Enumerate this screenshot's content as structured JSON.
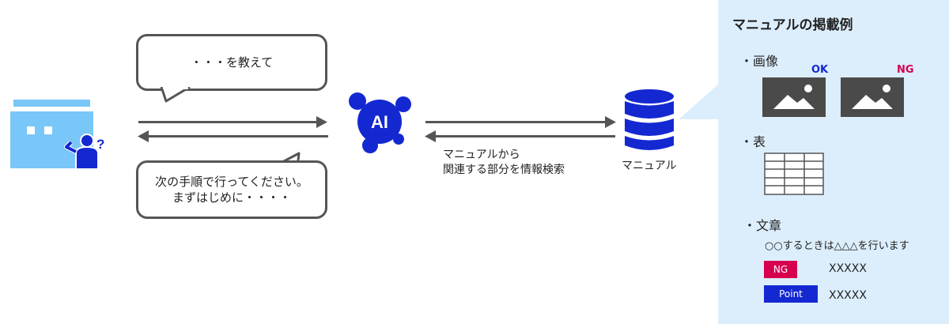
{
  "bubble_top": "・・・を教えて",
  "bubble_bottom": {
    "line1": "次の手順で行ってください。",
    "line2": "まずはじめに・・・・"
  },
  "ai_label": "AI",
  "search_caption": {
    "line1": "マニュアルから",
    "line2": "関連する部分を情報検索"
  },
  "database_label": "マニュアル",
  "panel": {
    "title": "マニュアルの掲載例",
    "image_section": "・画像",
    "ok_label": "OK",
    "ng_label": "NG",
    "table_section": "・表",
    "text_section": "・文章",
    "sample_text": "○○するときは△△△を行います",
    "ng_badge": "NG",
    "point_badge": "Point",
    "ng_value": "XXXXX",
    "point_value": "XXXXX"
  },
  "colors": {
    "blue": "#1428d2",
    "light_blue": "#79c6f8",
    "panel_bg": "#dceefc",
    "red": "#d6004f",
    "ok_blue": "#1428d2"
  }
}
